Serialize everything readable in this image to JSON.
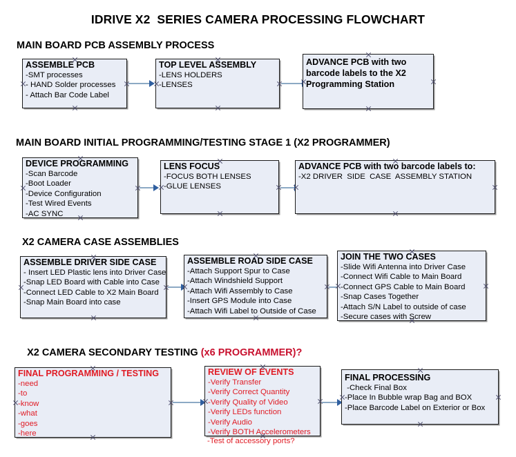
{
  "title": "IDRIVE X2  SERIES CAMERA PROCESSING FLOWCHART",
  "sections": [
    {
      "heading": "MAIN BOARD PCB ASSEMBLY PROCESS",
      "heading_red": "",
      "boxes": [
        {
          "title": "ASSEMBLE PCB",
          "lines": [
            "-SMT processes",
            "- HAND Solder processes",
            "- Attach Bar Code Label"
          ]
        },
        {
          "title": "TOP LEVEL ASSEMBLY",
          "lines": [
            "-LENS HOLDERS",
            "-LENSES"
          ]
        },
        {
          "title": "ADVANCE PCB with two barcode labels to the  X2 Programming Station",
          "lines": []
        }
      ]
    },
    {
      "heading": "MAIN BOARD INITIAL PROGRAMMING/TESTING STAGE 1 (X2 PROGRAMMER)",
      "heading_red": "",
      "boxes": [
        {
          "title": "DEVICE PROGRAMMING",
          "lines": [
            "-Scan Barcode",
            "-Boot Loader",
            "-Device Configuration",
            "-Test Wired Events",
            "-AC SYNC"
          ]
        },
        {
          "title": "LENS FOCUS",
          "lines": [
            "-FOCUS BOTH LENSES",
            "-GLUE LENSES"
          ]
        },
        {
          "title": "ADVANCE PCB with two barcode labels to:",
          "lines": [
            "-X2 DRIVER  SIDE  CASE  ASSEMBLY STATION"
          ]
        }
      ]
    },
    {
      "heading": "X2 CAMERA CASE ASSEMBLIES",
      "heading_red": "",
      "boxes": [
        {
          "title": "ASSEMBLE DRIVER SIDE CASE",
          "lines": [
            "- Insert LED Plastic lens into Driver Case",
            "-Snap LED Board with Cable into Case",
            "-Connect LED Cable to X2 Main Board",
            "-Snap Main Board into case"
          ]
        },
        {
          "title": "ASSEMBLE ROAD SIDE CASE",
          "lines": [
            "-Attach Support Spur to Case",
            "-Attach Windshield Support",
            "-Attach Wifi Assembly to Case",
            "-Insert GPS Module into Case",
            "-Attach Wifi Label to Outside of Case"
          ]
        },
        {
          "title": "JOIN THE TWO CASES",
          "lines": [
            "-Slide Wifi Antenna into Driver Case",
            "-Connect Wifi Cable to Main Board",
            "-Connect GPS Cable to Main Board",
            "-Snap Cases Together",
            "-Attach S/N Label to outside of case",
            "-Secure cases with Screw"
          ]
        }
      ]
    },
    {
      "heading": "X2 CAMERA SECONDARY TESTING ",
      "heading_red": "(x6 PROGRAMMER)?",
      "boxes": [
        {
          "title": "FINAL PROGRAMMING / TESTING",
          "lines": [
            "-need",
            "-to",
            "-know",
            "-what",
            "-goes",
            "-here"
          ]
        },
        {
          "title": "REVIEW OF EVENTS",
          "lines": [
            "-Verify Transfer",
            "-Verify Correct Quantity",
            "-Verify Quality of Video",
            "-Verify LEDs function",
            "-Verify Audio",
            "-Verify BOTH Accelerometers"
          ],
          "overflow_line": "-Test of accessory ports?"
        },
        {
          "title": "FINAL PROCESSING",
          "lines": [
            " -Check Final Box",
            "-Place In Bubble wrap Bag and BOX",
            "-Place Barcode Label on Exterior or Box"
          ]
        }
      ]
    }
  ],
  "colors": {
    "box_fill": "#e9edf6",
    "box_border": "#1a1a1a",
    "red_text": "#e01b24",
    "heading_red": "#c8102e",
    "arrow_shaft": "#8ca9c4",
    "arrow_head": "#2f5fa0"
  }
}
